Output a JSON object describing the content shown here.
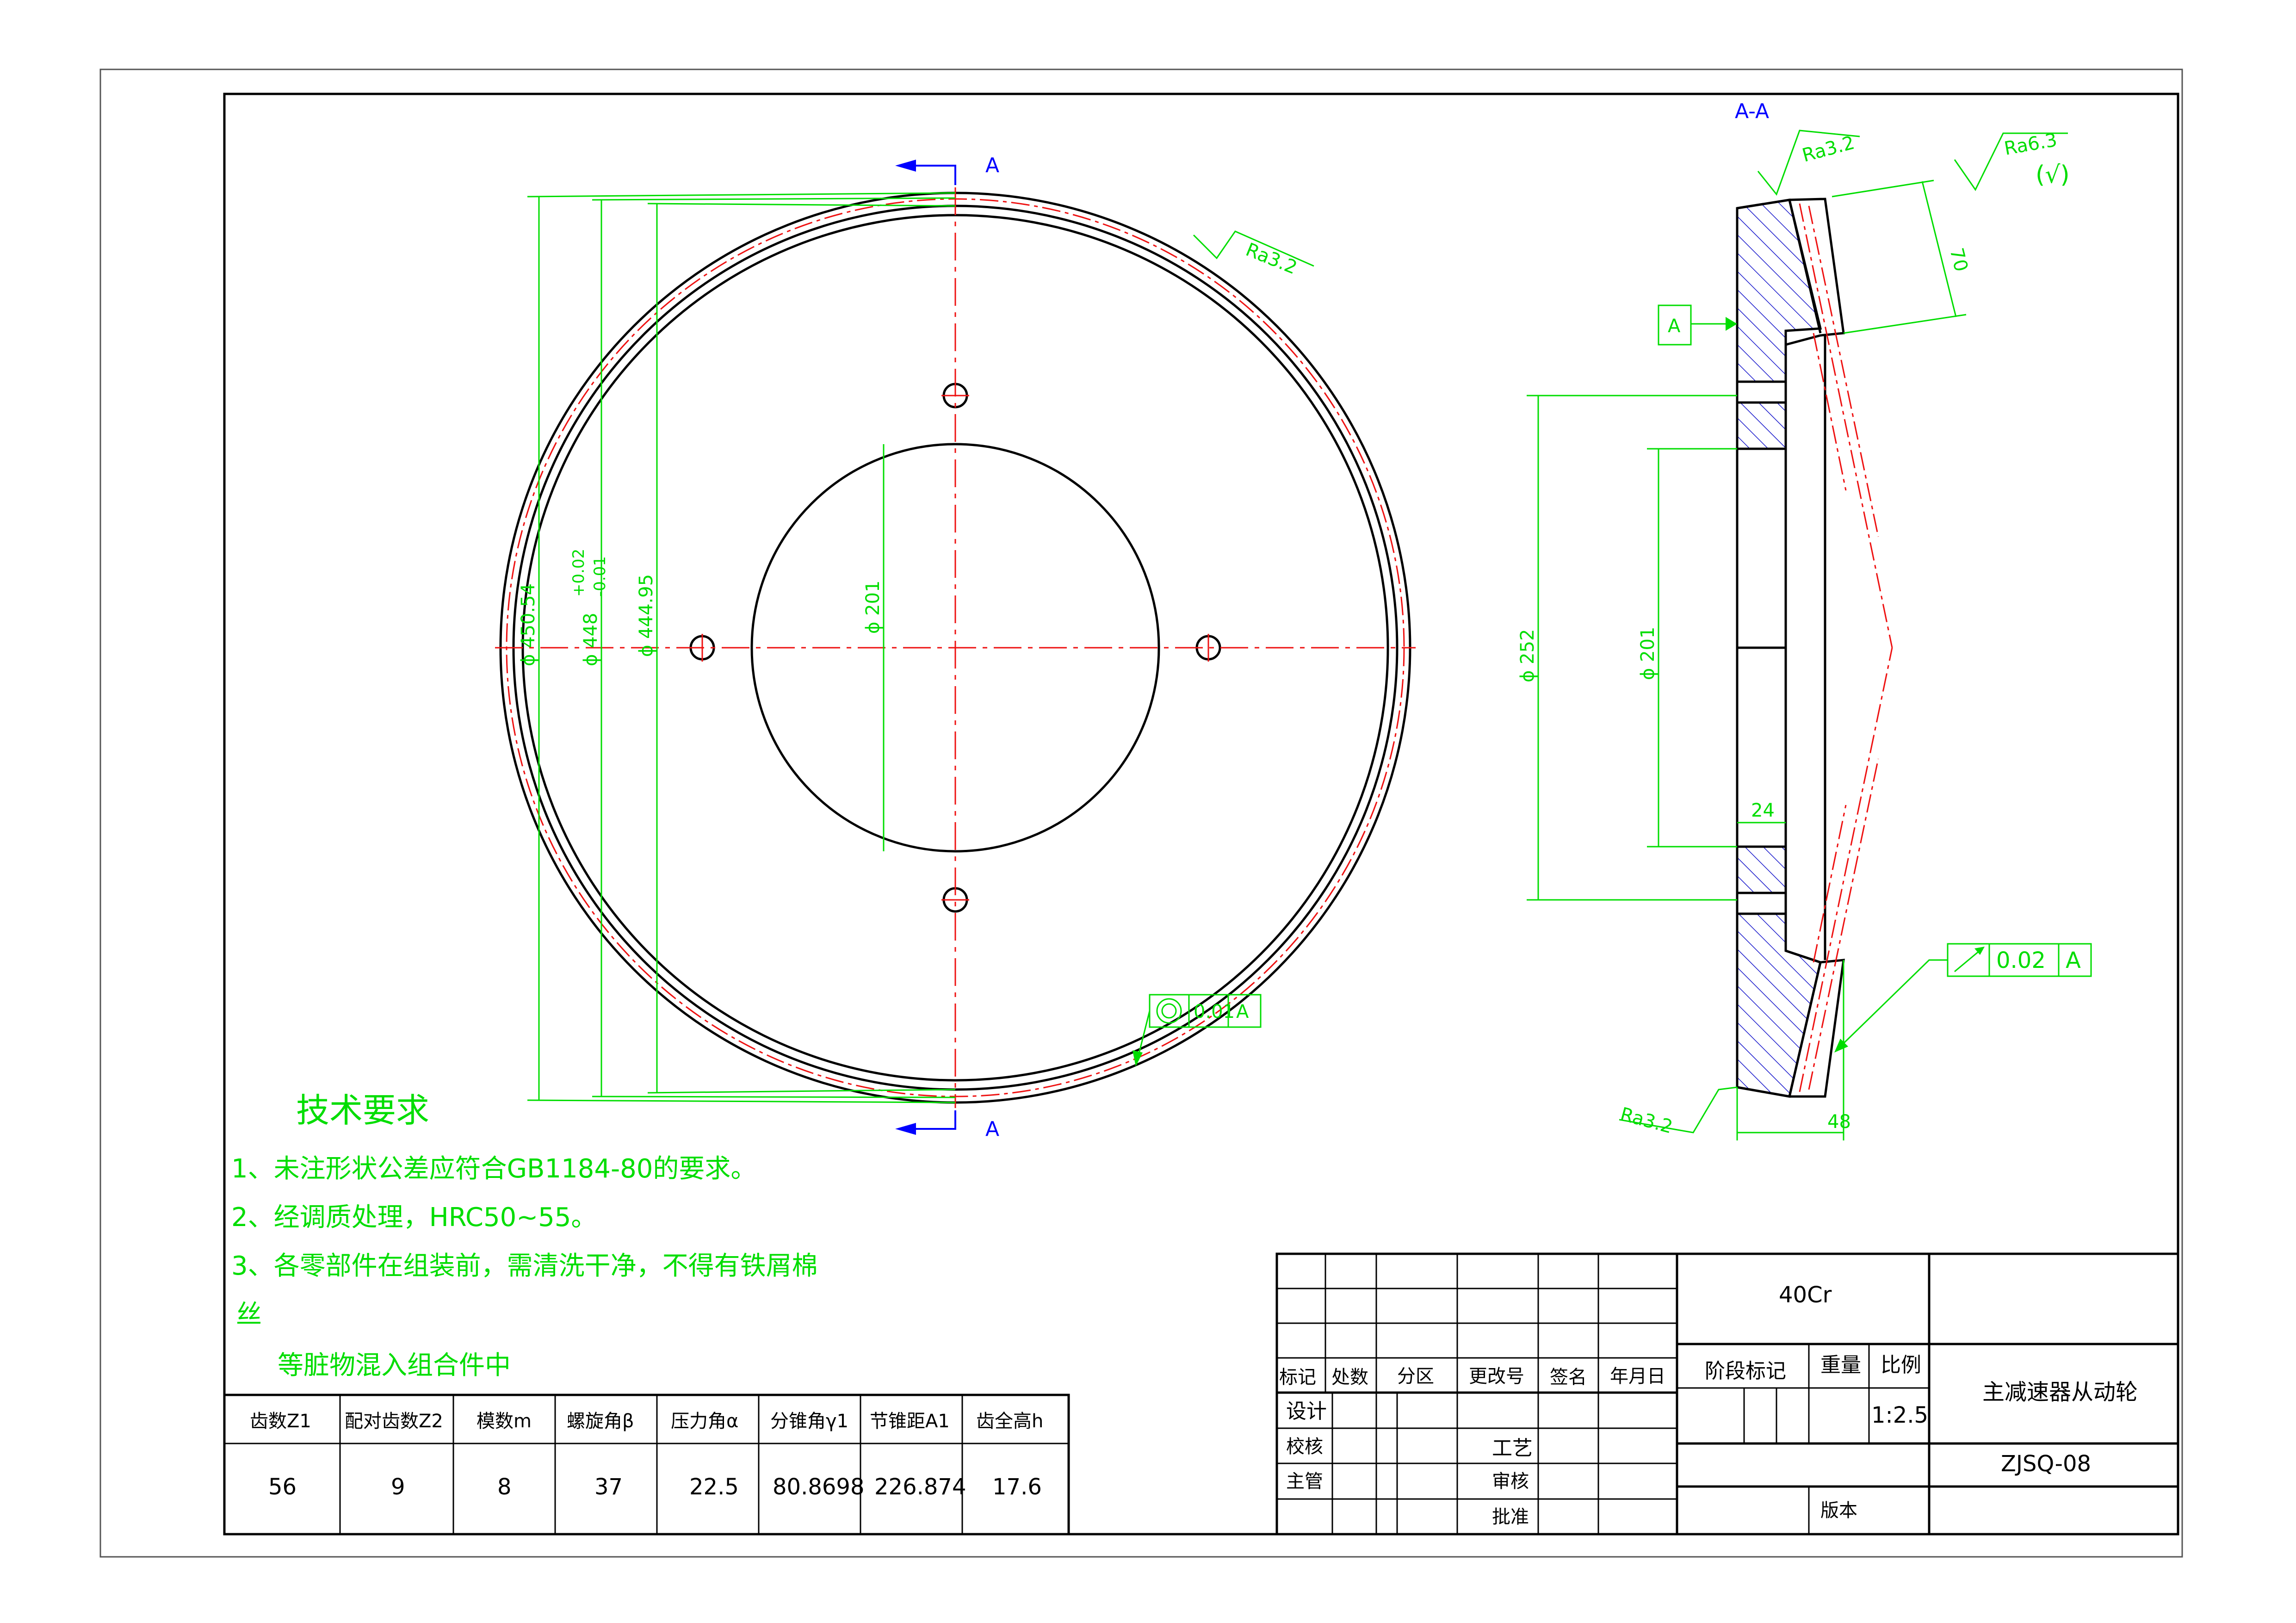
{
  "colors": {
    "outline": "#000000",
    "dimension": "#00dd00",
    "centerline": "#ee1111",
    "hatch": "#1a1acc",
    "section_arrow": "#0000ff",
    "paper": "#ffffff"
  },
  "front_view": {
    "section_label_top": "A",
    "section_label_bottom": "A",
    "dim_d1": "ϕ 450.54",
    "dim_d2_upper": "+0.02",
    "dim_d2": "ϕ 448",
    "dim_d2_lower": "-0.01",
    "dim_d3": "ϕ 444.95",
    "dim_bore": "ϕ 201",
    "roughness": "Ra3.2",
    "tolerance": {
      "value": "0.01",
      "datum": "A"
    }
  },
  "section_view": {
    "title": "A-A",
    "roughness_top": "Ra3.2",
    "roughness_general": "Ra6.3",
    "roughness_general_extra": "(√)",
    "roughness_bottom": "Ra3.2",
    "datum_label": "A",
    "dim_70": "70",
    "dim_252": "ϕ 252",
    "dim_201": "ϕ 201",
    "dim_24": "24",
    "dim_48": "48",
    "runout": {
      "value": "0.02",
      "datum": "A"
    }
  },
  "technical_requirements": {
    "title": "技术要求",
    "items": [
      "1、未注形状公差应符合GB1184-80的要求。",
      "2、经调质处理，HRC50~55。",
      "3、各零部件在组装前，需清洗干净，不得有铁屑棉",
      "丝",
      "等脏物混入组合件中"
    ]
  },
  "param_table": {
    "headers": [
      "齿数Z1",
      "配对齿数Z2",
      "模数m",
      "螺旋角β",
      "压力角α",
      "分锥角γ1",
      "节锥距A1",
      "齿全高h"
    ],
    "values": [
      "56",
      "9",
      "8",
      "37",
      "22.5",
      "80.8698",
      "226.874",
      "17.6"
    ]
  },
  "title_block": {
    "material": "40Cr",
    "part_name": "主减速器从动轮",
    "drawing_no": "ZJSQ-08",
    "scale": "1:2.5",
    "labels": {
      "mark": "标记",
      "count": "处数",
      "zone": "分区",
      "change_no": "更改号",
      "sign": "签名",
      "date": "年月日",
      "stage": "阶段标记",
      "weight": "重量",
      "scale": "比例",
      "design": "设计",
      "check": "校核",
      "chief": "主管",
      "process": "工艺",
      "review": "审核",
      "approve": "批准",
      "version": "版本"
    }
  }
}
